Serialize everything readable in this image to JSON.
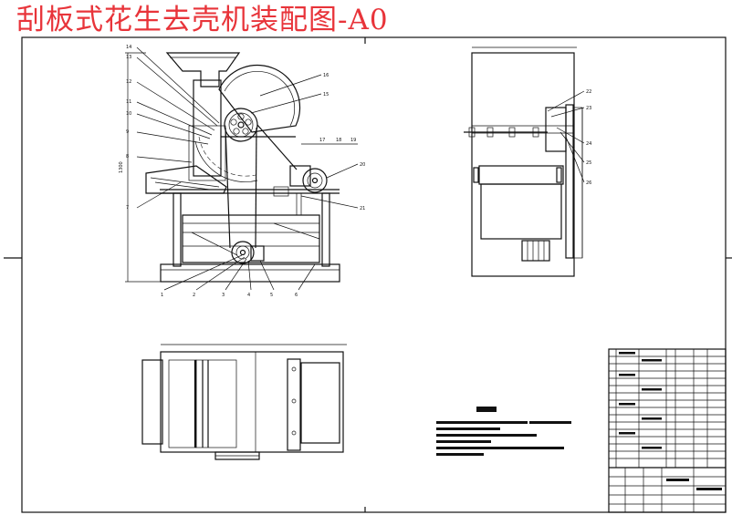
{
  "title": "刮板式花生去壳机装配图-A0",
  "part_numbers_left": [
    "14",
    "13",
    "12",
    "11",
    "10",
    "9",
    "8",
    "7"
  ],
  "part_numbers_right_top": [
    "16",
    "15"
  ],
  "part_numbers_motor_top": [
    "17",
    "18",
    "19"
  ],
  "part_numbers_right_mid": [
    "20",
    "21"
  ],
  "part_numbers_bottom": [
    "1",
    "2",
    "3",
    "4",
    "5",
    "6"
  ],
  "part_numbers_side": [
    "22",
    "23",
    "24",
    "25",
    "26"
  ]
}
